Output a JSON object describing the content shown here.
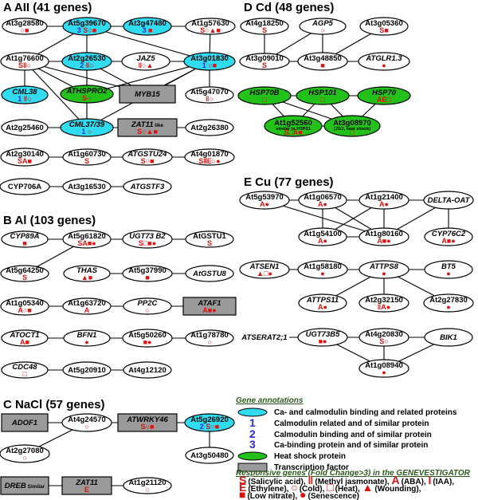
{
  "colors": {
    "calmodulin": "#31dbf0",
    "heat_shock": "#22c21b",
    "tf": "#9a9a9a",
    "red": "#e31010",
    "blue": "#2b2bd8",
    "legend_head": "#2a5a1a"
  },
  "panels": [
    {
      "id": "A",
      "title": "A AII (41 genes)"
    },
    {
      "id": "B",
      "title": "B Al (103 genes)"
    },
    {
      "id": "C",
      "title": "C NaCl (57 genes)"
    },
    {
      "id": "D",
      "title": "D Cd (48 genes)"
    },
    {
      "id": "E",
      "title": "E Cu (77 genes)"
    }
  ],
  "nodes": [
    {
      "id": "A1",
      "label": "At3g28580",
      "shape": "ellipse",
      "fill": "white",
      "sym": "○■"
    },
    {
      "id": "A2",
      "label": "At5g39670",
      "shape": "ellipse",
      "fill": "cyan",
      "num": "3",
      "sym": "S○■"
    },
    {
      "id": "A3",
      "label": "At3g47480",
      "shape": "ellipse",
      "fill": "cyan",
      "num": "3",
      "sym": "■"
    },
    {
      "id": "A4",
      "label": "At1g57630",
      "shape": "ellipse",
      "fill": "white",
      "sym": "S○▲■"
    },
    {
      "id": "A5",
      "label": "At1g76600",
      "shape": "ellipse",
      "fill": "white",
      "sym": "S‖○"
    },
    {
      "id": "A6",
      "label": "At2g26530",
      "shape": "ellipse",
      "fill": "cyan",
      "num": "2",
      "sym": "‖○"
    },
    {
      "id": "A7",
      "label": "JAZ5",
      "italic": true,
      "shape": "ellipse",
      "fill": "white",
      "sym": "‖○▲"
    },
    {
      "id": "A8",
      "label": "At3g01830",
      "shape": "ellipse",
      "fill": "cyan",
      "num": "1",
      "sym": "○■"
    },
    {
      "id": "A9",
      "label": "CML38",
      "italic": true,
      "shape": "ellipse",
      "fill": "cyan",
      "num": "1",
      "sym": "‖○"
    },
    {
      "id": "A10",
      "label": "ATHSPRO2",
      "italic": true,
      "shape": "ellipse",
      "fill": "green",
      "sym": "S○"
    },
    {
      "id": "A11",
      "label": "MYB15",
      "italic": true,
      "shape": "rect",
      "fill": "gray",
      "sym": ""
    },
    {
      "id": "A12",
      "label": "At5g47070",
      "shape": "ellipse",
      "fill": "white",
      "sym": "‖○"
    },
    {
      "id": "A13",
      "label": "At2g25460",
      "shape": "ellipse",
      "fill": "white",
      "sym": ""
    },
    {
      "id": "A14",
      "label": "CML37/39",
      "italic": true,
      "shape": "ellipse",
      "fill": "cyan",
      "num": "1",
      "sym": "○"
    },
    {
      "id": "A15",
      "label": "ZAT11",
      "suffix": " like",
      "italic": true,
      "shape": "rect",
      "fill": "gray",
      "sym": "S○▲■"
    },
    {
      "id": "A16",
      "label": "At2g26380",
      "shape": "ellipse",
      "fill": "white",
      "sym": ""
    },
    {
      "id": "A17",
      "label": "At2g30140",
      "shape": "ellipse",
      "fill": "white",
      "sym": "SA■"
    },
    {
      "id": "A18",
      "label": "At1g60730",
      "shape": "ellipse",
      "fill": "white",
      "sym": "S"
    },
    {
      "id": "A19",
      "label": "ATGSTU24",
      "italic": true,
      "shape": "ellipse",
      "fill": "white",
      "sym": "S○■"
    },
    {
      "id": "A20",
      "label": "At4g01870",
      "shape": "ellipse",
      "fill": "white",
      "sym": "S‖E○●"
    },
    {
      "id": "A21",
      "label": "CYP706A",
      "shape": "ellipse",
      "fill": "white",
      "sym": ""
    },
    {
      "id": "A22",
      "label": "At3g16530",
      "shape": "ellipse",
      "fill": "white",
      "sym": ""
    },
    {
      "id": "A23",
      "label": "ATGSTF3",
      "italic": true,
      "shape": "ellipse",
      "fill": "white",
      "sym": ""
    },
    {
      "id": "B1",
      "label": "CYP89A",
      "italic": true,
      "shape": "ellipse",
      "fill": "white",
      "sym": "■"
    },
    {
      "id": "B2",
      "label": "At5g61820",
      "shape": "ellipse",
      "fill": "white",
      "sym": "SA■●"
    },
    {
      "id": "B3",
      "label": "UGT73 B2",
      "italic": true,
      "shape": "ellipse",
      "fill": "white",
      "sym": "S□■●"
    },
    {
      "id": "B4",
      "label": "AtGSTU1",
      "shape": "ellipse",
      "fill": "white",
      "sym": "S"
    },
    {
      "id": "B5",
      "label": "At5g64250",
      "shape": "ellipse",
      "fill": "white",
      "sym": "S"
    },
    {
      "id": "B6",
      "label": "THAS",
      "italic": true,
      "shape": "ellipse",
      "fill": "white",
      "sym": "▲■"
    },
    {
      "id": "B7",
      "label": "At5g37990",
      "shape": "ellipse",
      "fill": "white",
      "sym": "■"
    },
    {
      "id": "B8",
      "label": "AtGSTU8",
      "italic": true,
      "shape": "ellipse",
      "fill": "white",
      "sym": ""
    },
    {
      "id": "B9",
      "label": "At1g05340",
      "shape": "ellipse",
      "fill": "white",
      "sym": "A○■"
    },
    {
      "id": "B10",
      "label": "At1g63720",
      "shape": "ellipse",
      "fill": "white",
      "sym": "A"
    },
    {
      "id": "B11",
      "label": "PP2C",
      "italic": true,
      "shape": "ellipse",
      "fill": "white",
      "sym": "○"
    },
    {
      "id": "B12",
      "label": "ATAF1",
      "italic": true,
      "shape": "rect",
      "fill": "gray",
      "sym": "A■●"
    },
    {
      "id": "B13",
      "label": "ATOCT1",
      "italic": true,
      "shape": "ellipse",
      "fill": "white",
      "sym": "A■"
    },
    {
      "id": "B14",
      "label": "BFN1",
      "italic": true,
      "shape": "ellipse",
      "fill": "white",
      "sym": "●"
    },
    {
      "id": "B15",
      "label": "At5g50260",
      "shape": "ellipse",
      "fill": "white",
      "sym": "■●"
    },
    {
      "id": "B16",
      "label": "At1g78780",
      "shape": "ellipse",
      "fill": "white",
      "sym": "○"
    },
    {
      "id": "B17",
      "label": "CDC48",
      "italic": true,
      "shape": "ellipse",
      "fill": "white",
      "sym": "□"
    },
    {
      "id": "B18",
      "label": "At5g20910",
      "shape": "ellipse",
      "fill": "white",
      "sym": ""
    },
    {
      "id": "B19",
      "label": "At4g12120",
      "shape": "ellipse",
      "fill": "white",
      "sym": ""
    },
    {
      "id": "C1",
      "label": "ADOF1",
      "italic": true,
      "shape": "rect",
      "fill": "gray",
      "sym": ""
    },
    {
      "id": "C2",
      "label": "At4g24570",
      "shape": "ellipse",
      "fill": "white",
      "sym": "○"
    },
    {
      "id": "C3",
      "label": "ATWRKY46",
      "italic": true,
      "shape": "rect",
      "fill": "gray",
      "sym": "S○■"
    },
    {
      "id": "C4",
      "label": "At5g26920",
      "shape": "ellipse",
      "fill": "cyan",
      "num": "2",
      "sym": "S○■"
    },
    {
      "id": "C5",
      "label": "At2g27080",
      "shape": "ellipse",
      "fill": "white",
      "sym": "○"
    },
    {
      "id": "C6",
      "label": "At3g50480",
      "shape": "ellipse",
      "fill": "white",
      "sym": ""
    },
    {
      "id": "C7",
      "label": "DREB",
      "suffix": " Similar",
      "italic": true,
      "shape": "rect",
      "fill": "gray",
      "sym": ""
    },
    {
      "id": "C8",
      "label": "ZAT11",
      "italic": true,
      "shape": "rect",
      "fill": "gray",
      "sym": "E"
    },
    {
      "id": "C9",
      "label": "At1g21120",
      "shape": "ellipse",
      "fill": "white",
      "sym": "○"
    },
    {
      "id": "D1",
      "label": "At4g18250",
      "shape": "ellipse",
      "fill": "white",
      "sym": "S"
    },
    {
      "id": "D2",
      "label": "AGP5",
      "italic": true,
      "shape": "ellipse",
      "fill": "white",
      "sym": "○"
    },
    {
      "id": "D3",
      "label": "At3g05360",
      "shape": "ellipse",
      "fill": "white",
      "sym": "S■"
    },
    {
      "id": "D4",
      "label": "At3g09010",
      "shape": "ellipse",
      "fill": "white",
      "sym": "S"
    },
    {
      "id": "D5",
      "label": "At3g48850",
      "shape": "ellipse",
      "fill": "white",
      "sym": "■"
    },
    {
      "id": "D6",
      "label": "ATGLR1.3",
      "italic": true,
      "shape": "ellipse",
      "fill": "white",
      "sym": "●"
    },
    {
      "id": "D7",
      "label": "HSP70B",
      "italic": true,
      "shape": "ellipse",
      "fill": "green",
      "sym": "□"
    },
    {
      "id": "D8",
      "label": "HSP101",
      "italic": true,
      "shape": "ellipse",
      "fill": "green",
      "sym": "□"
    },
    {
      "id": "D9",
      "label": "HSP70",
      "italic": true,
      "shape": "ellipse",
      "fill": "green",
      "sym": "AE□"
    },
    {
      "id": "D10",
      "label": "At1g52560",
      "sub": "similar to HSP21",
      "shape": "ellipse",
      "fill": "green",
      "sym": "S□A■"
    },
    {
      "id": "D11",
      "label": "At3g08970",
      "sub": "(J3/J, heat shock)",
      "shape": "ellipse",
      "fill": "green",
      "sym": "□"
    },
    {
      "id": "E1",
      "label": "At5g53970",
      "shape": "ellipse",
      "fill": "white",
      "sym": "A●"
    },
    {
      "id": "E2",
      "label": "At1g06570",
      "shape": "ellipse",
      "fill": "white",
      "sym": "A●"
    },
    {
      "id": "E3",
      "label": "At1g21400",
      "shape": "ellipse",
      "fill": "white",
      "sym": "A●"
    },
    {
      "id": "E4",
      "label": "DELTA-OAT",
      "italic": true,
      "shape": "ellipse",
      "fill": "white",
      "sym": ""
    },
    {
      "id": "E5",
      "label": "At1g54100",
      "shape": "ellipse",
      "fill": "white",
      "sym": "A●"
    },
    {
      "id": "E6",
      "label": "At1g80160",
      "shape": "ellipse",
      "fill": "white",
      "sym": "A■●"
    },
    {
      "id": "E7",
      "label": "CYP76C2",
      "italic": true,
      "shape": "ellipse",
      "fill": "white",
      "sym": "A■●"
    },
    {
      "id": "E8",
      "label": "ATSEN1",
      "italic": true,
      "shape": "ellipse",
      "fill": "white",
      "sym": "▲□●"
    },
    {
      "id": "E9",
      "label": "At1g58180",
      "shape": "ellipse",
      "fill": "white",
      "sym": "●"
    },
    {
      "id": "E10",
      "label": "ATTPS8",
      "italic": true,
      "shape": "ellipse",
      "fill": "white",
      "sym": "●"
    },
    {
      "id": "E11",
      "label": "BT5",
      "italic": true,
      "shape": "ellipse",
      "fill": "white",
      "sym": "●"
    },
    {
      "id": "E12",
      "label": "ATTPS11",
      "italic": true,
      "shape": "ellipse",
      "fill": "white",
      "sym": "A●"
    },
    {
      "id": "E13",
      "label": "At2g32150",
      "shape": "ellipse",
      "fill": "white",
      "sym": "‖A●"
    },
    {
      "id": "E14",
      "label": "At2g27830",
      "shape": "ellipse",
      "fill": "white",
      "sym": "●"
    },
    {
      "id": "E15",
      "label": "ATSERAT2;1",
      "italic": true,
      "shape": "plain",
      "fill": "white",
      "sym": ""
    },
    {
      "id": "E16",
      "label": "UGT73B5",
      "italic": true,
      "shape": "ellipse",
      "fill": "white",
      "sym": "■●"
    },
    {
      "id": "E17",
      "label": "At4g20830",
      "shape": "ellipse",
      "fill": "white",
      "sym": "S○"
    },
    {
      "id": "E18",
      "label": "BIK1",
      "italic": true,
      "shape": "ellipse",
      "fill": "white",
      "sym": ""
    },
    {
      "id": "E19",
      "label": "At1g08940",
      "shape": "ellipse",
      "fill": "white",
      "sym": "●"
    }
  ],
  "edges": [
    [
      "A1",
      "A2"
    ],
    [
      "A2",
      "A3"
    ],
    [
      "A2",
      "A4"
    ],
    [
      "A2",
      "A8"
    ],
    [
      "A2",
      "A6"
    ],
    [
      "A3",
      "A4"
    ],
    [
      "A4",
      "A8"
    ],
    [
      "A5",
      "A6"
    ],
    [
      "A5",
      "A9"
    ],
    [
      "A5",
      "A10"
    ],
    [
      "A5",
      "A11"
    ],
    [
      "A5",
      "A14"
    ],
    [
      "A5",
      "A2"
    ],
    [
      "A6",
      "A7"
    ],
    [
      "A6",
      "A10"
    ],
    [
      "A6",
      "A11"
    ],
    [
      "A6",
      "A14"
    ],
    [
      "A7",
      "A8"
    ],
    [
      "A8",
      "A12"
    ],
    [
      "A8",
      "A11"
    ],
    [
      "A8",
      "A10"
    ],
    [
      "A8",
      "A14"
    ],
    [
      "A10",
      "A14"
    ],
    [
      "A13",
      "A14"
    ],
    [
      "A14",
      "A15"
    ],
    [
      "A15",
      "A16"
    ],
    [
      "A17",
      "A18"
    ],
    [
      "A18",
      "A19"
    ],
    [
      "A19",
      "A20"
    ],
    [
      "A21",
      "A22"
    ],
    [
      "A22",
      "A23"
    ],
    [
      "B1",
      "B2"
    ],
    [
      "B2",
      "B3"
    ],
    [
      "B3",
      "B4"
    ],
    [
      "B2",
      "B5"
    ],
    [
      "B6",
      "B7"
    ],
    [
      "B7",
      "B8"
    ],
    [
      "B9",
      "B10"
    ],
    [
      "B10",
      "B11"
    ],
    [
      "B11",
      "B12"
    ],
    [
      "B13",
      "B14"
    ],
    [
      "B14",
      "B15"
    ],
    [
      "B15",
      "B16"
    ],
    [
      "B17",
      "B18"
    ],
    [
      "B18",
      "B19"
    ],
    [
      "C1",
      "C2"
    ],
    [
      "C2",
      "C3"
    ],
    [
      "C3",
      "C4"
    ],
    [
      "C2",
      "C5"
    ],
    [
      "C4",
      "C6"
    ],
    [
      "C7",
      "C8"
    ],
    [
      "C8",
      "C9"
    ],
    [
      "D1",
      "D4"
    ],
    [
      "D4",
      "D2"
    ],
    [
      "D2",
      "D5"
    ],
    [
      "D3",
      "D5"
    ],
    [
      "D5",
      "D6"
    ],
    [
      "D4",
      "D5"
    ],
    [
      "D7",
      "D8"
    ],
    [
      "D8",
      "D9"
    ],
    [
      "D7",
      "D10"
    ],
    [
      "D7",
      "D11"
    ],
    [
      "D8",
      "D10"
    ],
    [
      "D8",
      "D11"
    ],
    [
      "D9",
      "D11"
    ],
    [
      "D10",
      "D11"
    ],
    [
      "E1",
      "E2"
    ],
    [
      "E2",
      "E3"
    ],
    [
      "E3",
      "E4"
    ],
    [
      "E2",
      "E5"
    ],
    [
      "E2",
      "E6"
    ],
    [
      "E3",
      "E6"
    ],
    [
      "E3",
      "E5"
    ],
    [
      "E4",
      "E6"
    ],
    [
      "E4",
      "E7"
    ],
    [
      "E5",
      "E6"
    ],
    [
      "E1",
      "E6"
    ],
    [
      "E8",
      "E9"
    ],
    [
      "E9",
      "E10"
    ],
    [
      "E10",
      "E11"
    ],
    [
      "E10",
      "E12"
    ],
    [
      "E10",
      "E13"
    ],
    [
      "E10",
      "E14"
    ],
    [
      "E15",
      "E16"
    ],
    [
      "E16",
      "E17"
    ],
    [
      "E17",
      "E18"
    ],
    [
      "E16",
      "E19"
    ],
    [
      "E17",
      "E19"
    ],
    [
      "E18",
      "E19"
    ]
  ],
  "legend": {
    "gene_heading": "Gene annotations",
    "items": [
      {
        "kind": "cyan",
        "text": "Ca- and calmodulin binding and related proteins"
      },
      {
        "kind": "num",
        "num": "1",
        "text": "Calmodulin related and of similar protein"
      },
      {
        "kind": "num",
        "num": "2",
        "text": "Calmodulin binding and of similar protein"
      },
      {
        "kind": "num",
        "num": "3",
        "text": "Ca-binding protein and of similar protein"
      },
      {
        "kind": "green",
        "text": "Heat shock protein"
      },
      {
        "kind": "gray",
        "text": "Transcription factor"
      }
    ],
    "resp_heading": "Responsive genes (Fold Change>3) in the GENEVESTIGATOR",
    "resp_lines": [
      [
        {
          "s": "S",
          "t": "(Salicylic acid),"
        },
        {
          "s": "‖",
          "t": "(Methyl jasmonate),"
        },
        {
          "s": "A",
          "t": "(ABA),"
        },
        {
          "s": "I",
          "t": "(IAA),"
        }
      ],
      [
        {
          "s": "E",
          "t": "(Ethylene),"
        },
        {
          "s": "○",
          "t": "(Cold),"
        },
        {
          "s": "□",
          "t": "(Heat),"
        },
        {
          "s": "▲",
          "t": "(Wounding),"
        }
      ],
      [
        {
          "s": "■",
          "t": "(Low nitrate),"
        },
        {
          "s": "●",
          "t": "(Senescence)"
        }
      ]
    ]
  }
}
